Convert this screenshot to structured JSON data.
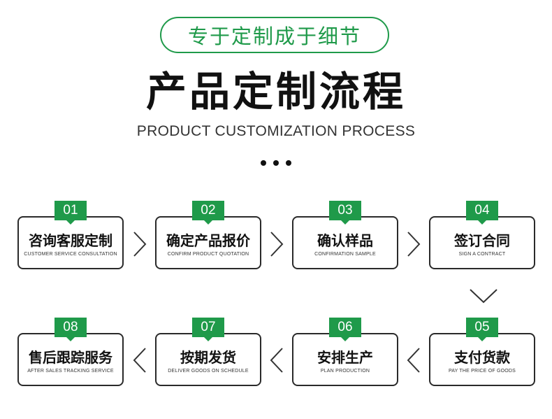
{
  "header": {
    "tagline": "专于定制成于细节",
    "title": "产品定制流程",
    "subtitle": "PRODUCT CUSTOMIZATION PROCESS"
  },
  "colors": {
    "accent": "#1f9a4a",
    "border": "#2a2a2a",
    "text": "#111111"
  },
  "steps": [
    {
      "num": "01",
      "title": "咨询客服定制",
      "sub": "CUSTOMER SERVICE CONSULTATION"
    },
    {
      "num": "02",
      "title": "确定产品报价",
      "sub": "CONFIRM PRODUCT QUOTATION"
    },
    {
      "num": "03",
      "title": "确认样品",
      "sub": "CONFIRMATION SAMPLE"
    },
    {
      "num": "04",
      "title": "签订合同",
      "sub": "SIGN A CONTRACT"
    },
    {
      "num": "05",
      "title": "支付货款",
      "sub": "PAY THE PRICE OF GOODS"
    },
    {
      "num": "06",
      "title": "安排生产",
      "sub": "PLAN PRODUCTION"
    },
    {
      "num": "07",
      "title": "按期发货",
      "sub": "DELIVER GOODS ON SCHEDULE"
    },
    {
      "num": "08",
      "title": "售后跟踪服务",
      "sub": "AFTER SALES TRACKING SERVICE"
    }
  ],
  "arrows": [
    "chevron-right",
    "chevron-right",
    "chevron-right",
    "chevron-down",
    "chevron-left",
    "chevron-left",
    "chevron-left"
  ]
}
